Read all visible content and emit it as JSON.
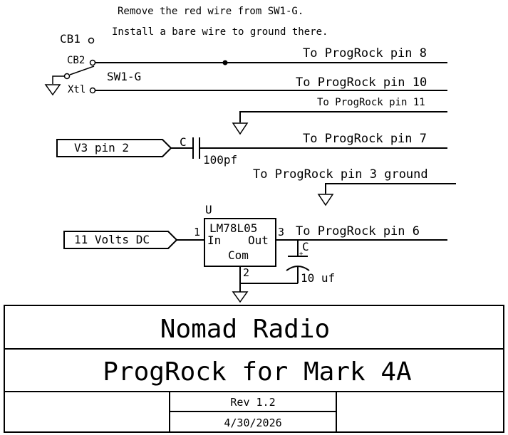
{
  "notes": {
    "line1": "Remove the red wire from SW1-G.",
    "line2": "Install a bare wire to ground there."
  },
  "switch": {
    "cb1_label": "CB1",
    "cb2_label": "CB2",
    "ref_label": "SW1-G",
    "xtl_label": "Xtl"
  },
  "nets": {
    "pin8": "To ProgRock pin 8",
    "pin10": "To ProgRock pin 10",
    "pin11": "To ProgRock pin 11",
    "pin7": "To ProgRock pin 7",
    "pin3": "To ProgRock pin 3 ground",
    "pin6": "To ProgRock pin 6"
  },
  "v3_connector": {
    "label": "V3 pin 2"
  },
  "cap1": {
    "ref": "C",
    "value": "100pf"
  },
  "regulator": {
    "ref": "U",
    "part": "LM78L05",
    "in_label": "In",
    "out_label": "Out",
    "com_label": "Com",
    "pin_in": "1",
    "pin_out": "3",
    "pin_com": "2"
  },
  "power_connector": {
    "label": "11 Volts DC"
  },
  "cap2": {
    "ref": "C",
    "value": "10 uf",
    "polarity": "+"
  },
  "title_block": {
    "title": "Nomad Radio",
    "subtitle": "ProgRock for Mark 4A",
    "rev": "Rev 1.2",
    "date": "4/30/2026"
  },
  "colors": {
    "ink": "#000000",
    "paper": "#ffffff"
  }
}
